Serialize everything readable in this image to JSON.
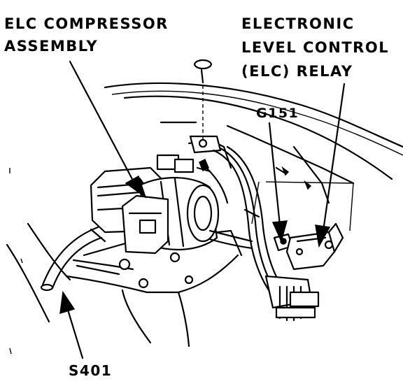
{
  "labels": {
    "compressor_line1": "ELC COMPRESSOR",
    "compressor_line2": "ASSEMBLY",
    "relay_line1": "ELECTRONIC",
    "relay_line2": "LEVEL CONTROL",
    "relay_line3": "(ELC) RELAY",
    "ground": "G151",
    "splice": "S401"
  },
  "colors": {
    "ink": "#000000",
    "paper": "#ffffff"
  }
}
